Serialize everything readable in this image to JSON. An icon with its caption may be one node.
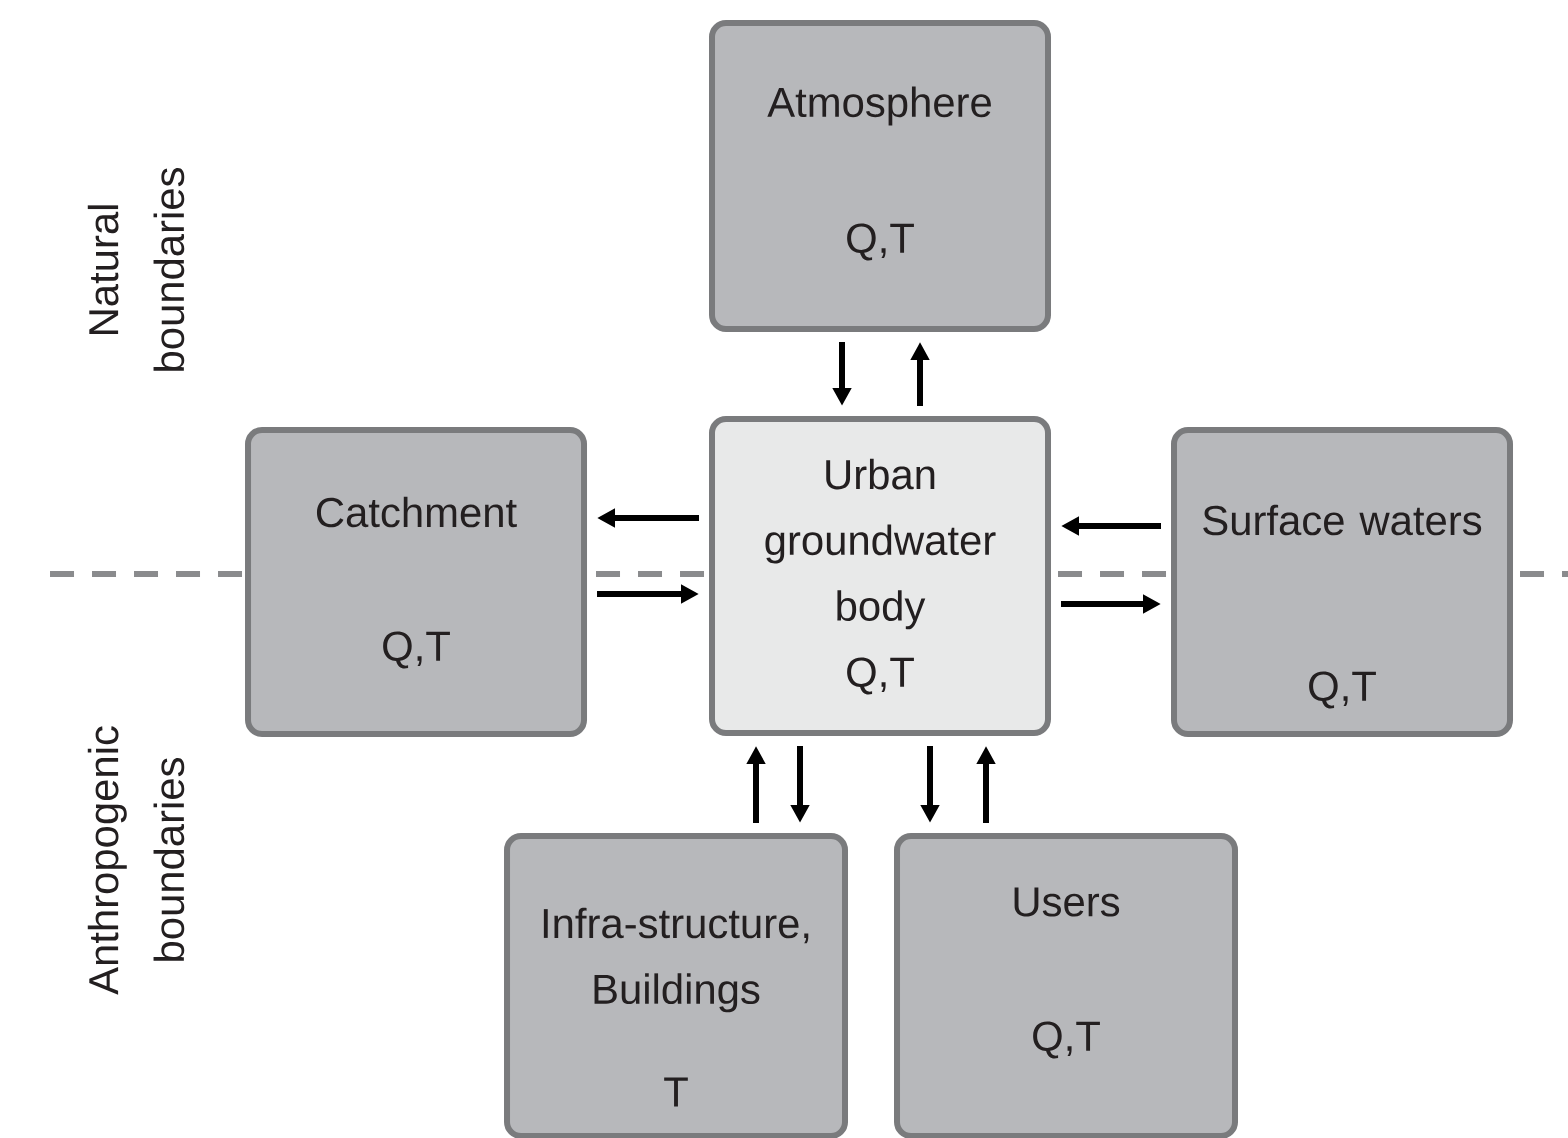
{
  "diagram": {
    "nodes": [
      {
        "text": [
          "Atmosphere",
          "Q,T"
        ]
      },
      {
        "text": [
          "Catchment",
          "Q,T"
        ]
      },
      {
        "text": [
          "Urban groundwater body",
          "Q,T"
        ]
      },
      {
        "text": [
          "Surface waters",
          "Q,T"
        ]
      },
      {
        "text": [
          "Infra-structure, Buildings",
          "T"
        ]
      },
      {
        "text": [
          "Users",
          "Q,T"
        ]
      }
    ],
    "edges": [
      {
        "from": 0,
        "to": 2,
        "arrow": "to"
      },
      {
        "from": 2,
        "to": 0,
        "arrow": "to"
      },
      {
        "from": 2,
        "to": 1,
        "arrow": "to"
      },
      {
        "from": 1,
        "to": 2,
        "arrow": "to"
      },
      {
        "from": 3,
        "to": 2,
        "arrow": "to"
      },
      {
        "from": 2,
        "to": 3,
        "arrow": "to"
      },
      {
        "from": 4,
        "to": 2,
        "arrow": "to"
      },
      {
        "from": 2,
        "to": 4,
        "arrow": "to"
      },
      {
        "from": 2,
        "to": 5,
        "arrow": "to"
      },
      {
        "from": 5,
        "to": 2,
        "arrow": "to"
      }
    ],
    "labels": [
      "Natural boundaries",
      "Anthropogenic boundaries"
    ]
  }
}
